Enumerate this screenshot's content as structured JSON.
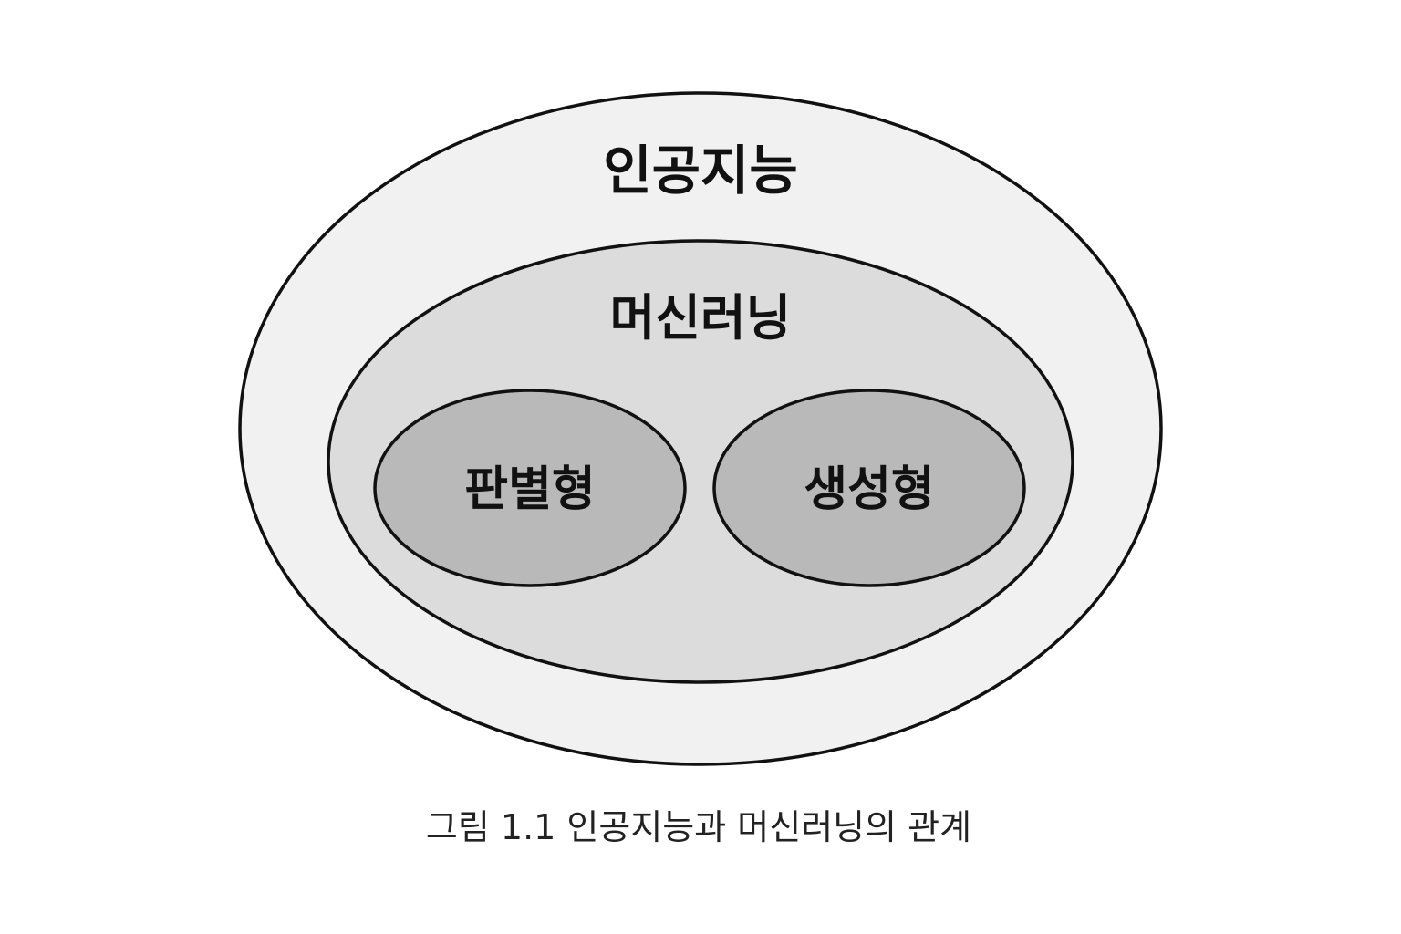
{
  "diagram": {
    "outer": {
      "label": "인공지능",
      "fill": "#f1f1f2"
    },
    "middle": {
      "label": "머신러닝",
      "fill": "#dcdcdc"
    },
    "left": {
      "label": "판별형",
      "fill": "#b9b9b9"
    },
    "right": {
      "label": "생성형",
      "fill": "#b9b9b9"
    },
    "stroke": "#111111"
  },
  "caption": "그림 1.1 인공지능과 머신러닝의 관계"
}
